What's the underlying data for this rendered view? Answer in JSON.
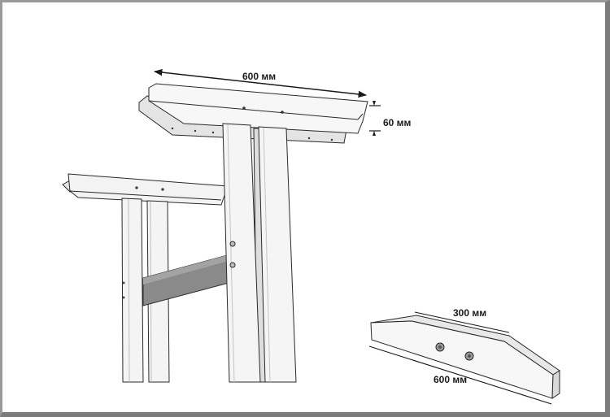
{
  "diagram": {
    "labels": {
      "top_length": "600 мм",
      "top_height": "60 мм",
      "detail_top_length": "300 мм",
      "detail_bottom_length": "600 мм"
    },
    "colors": {
      "line": "#2a2a2a",
      "wood_light": "#f2f2f2",
      "wood_shade": "#cfcfcf",
      "brace": "#8a8a8a",
      "brace_dark": "#6e6e6e",
      "frame": "#8a8a8a"
    }
  }
}
